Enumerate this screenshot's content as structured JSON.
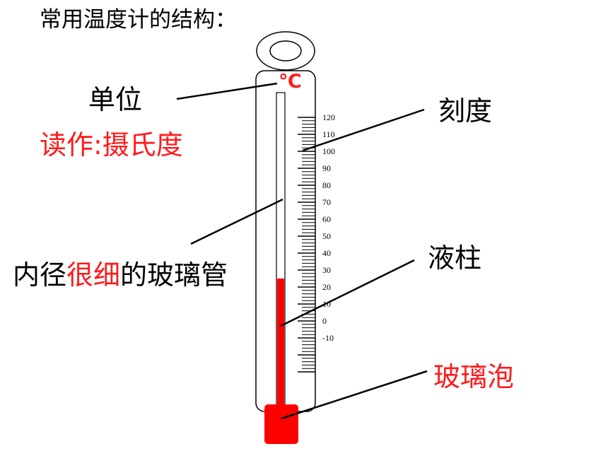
{
  "title": "常用温度计的结构：",
  "labels": {
    "unit": "单位",
    "unit_symbol": "℃",
    "read_as": "读作:摄氏度",
    "scale": "刻度",
    "tube_prefix": "内径",
    "tube_highlight": "很细",
    "tube_suffix": "的玻璃管",
    "liquid_column": "液柱",
    "bulb": "玻璃泡"
  },
  "thermometer": {
    "scale_min": -10,
    "scale_max": 120,
    "label_step": 10,
    "minor_step": 2,
    "tick_labels": [
      "120",
      "110",
      "100",
      "90",
      "80",
      "70",
      "60",
      "50",
      "40",
      "30",
      "20",
      "10",
      "0",
      "-10"
    ],
    "liquid_level": 25,
    "liquid_color": "#ff0000",
    "highlight_color": "#ff1a1a"
  }
}
